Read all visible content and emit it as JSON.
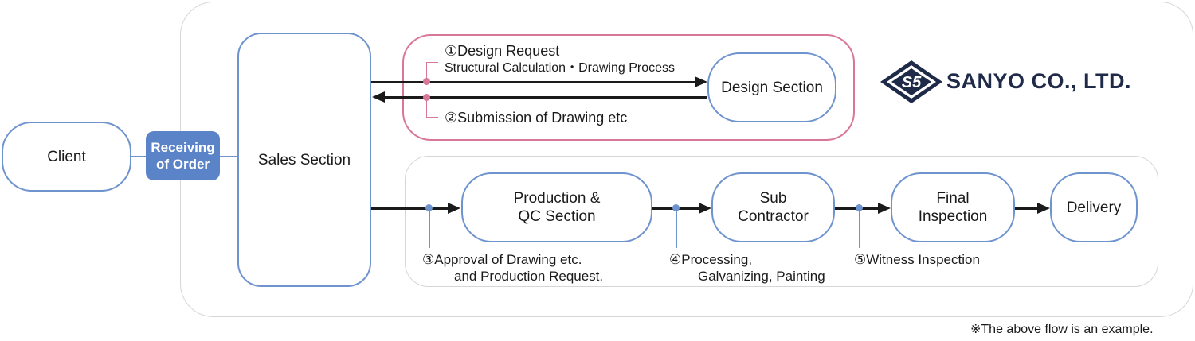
{
  "nodes": {
    "client": "Client",
    "sales": "Sales Section",
    "design": "Design Section",
    "production_line1": "Production &",
    "production_line2": "QC Section",
    "sub_line1": "Sub",
    "sub_line2": "Contractor",
    "final_line1": "Final",
    "final_line2": "Inspection",
    "delivery": "Delivery"
  },
  "badge": {
    "line1": "Receiving",
    "line2": "of Order"
  },
  "steps": {
    "step1_title": "①Design Request",
    "step1_sub": "Structural Calculation・Drawing Process",
    "step2": "②Submission of Drawing etc",
    "step3_line1": "③Approval of Drawing etc.",
    "step3_line2": "and Production Request.",
    "step4_line1": "④Processing,",
    "step4_line2": "Galvanizing, Painting",
    "step5": "⑤Witness Inspection"
  },
  "logo": {
    "company": "SANYO CO., LTD.",
    "mark_text": "S5",
    "icon": "sanyo-diamond-logo"
  },
  "footnote": "※The above flow is an example.",
  "colors": {
    "blue": "#6e93cf",
    "badge_blue": "#5b83c8",
    "pink": "#d97798",
    "grey_border": "#d6d6d6",
    "logo_navy": "#1e2a48"
  }
}
